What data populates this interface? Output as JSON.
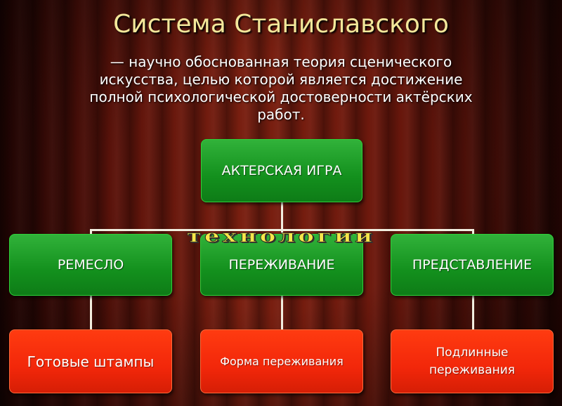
{
  "title": "Система Станиславского",
  "subtitle": {
    "line1": "— научно обоснованная теория сценического",
    "line2": "искусства, целью которой является достижение",
    "line3": "полной психологической достоверности актёрских",
    "line4": "работ."
  },
  "root": "АКТЕРСКАЯ ИГРА",
  "connector_label": "технологии",
  "categories": [
    "РЕМЕСЛО",
    "ПЕРЕЖИВАНИЕ",
    "ПРЕДСТАВЛЕНИЕ"
  ],
  "results": [
    "Готовые штампы",
    "Форма переживания",
    "Подлинные\nпереживания"
  ],
  "colors": {
    "green_box": "#13901d",
    "red_box": "#f2270a",
    "title": "#f2e79a",
    "tech_label": "#f6e64a"
  }
}
